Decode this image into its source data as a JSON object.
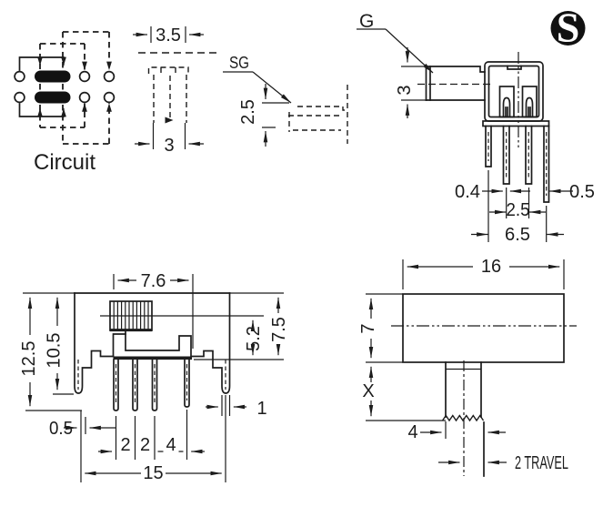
{
  "circuit": {
    "label": "Circuit"
  },
  "knob_top": {
    "width_top": "3.5",
    "width_bottom": "3"
  },
  "sg": {
    "label": "SG",
    "height": "2.5"
  },
  "g_view": {
    "label": "G",
    "stem_height": "3",
    "pin_thickness": "0.4",
    "bracket_thickness": "0.5",
    "pin_pitch": "2.5",
    "pin_span": "6.5"
  },
  "front": {
    "slot_width": "7.6",
    "total_height": "12.5",
    "body_height": "10.5",
    "knob_center_height": "5.2",
    "face_height": "7.5",
    "leg_offset": "0.5",
    "pitch_12": "2",
    "pitch_23": "2",
    "pitch_34": "4",
    "leg_width": "1",
    "total_width": "15"
  },
  "side": {
    "width": "16",
    "height": "7",
    "stem_length": "X",
    "stem_width": "4",
    "travel": "2 TRAVEL"
  },
  "logo": {
    "letter": "S"
  },
  "colors": {
    "line": "#1c1c1c",
    "background": "#ffffff"
  }
}
